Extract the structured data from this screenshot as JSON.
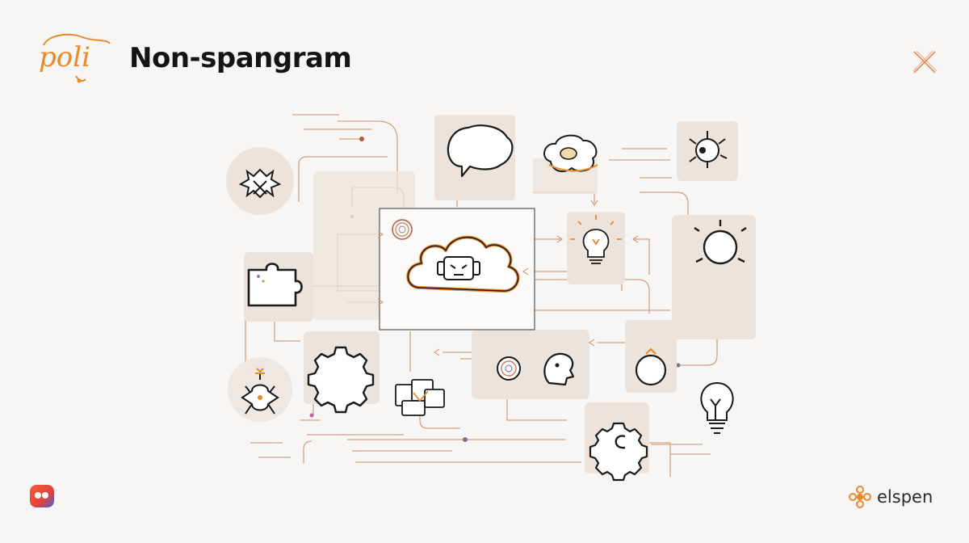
{
  "header": {
    "logo_text": "poli",
    "title": "Non-spangram"
  },
  "footer": {
    "brand_name": "elspen"
  },
  "colors": {
    "background": "#f7f6f4",
    "accent_orange": "#e8892c",
    "line_copper": "#d4a283",
    "tile_beige": "#ece4dc",
    "icon_stroke": "#1a1a1a"
  },
  "diagram": {
    "nodes": [
      {
        "id": "central-cloud",
        "icon": "cloud-with-robot-face-icon"
      },
      {
        "id": "speech-bubble",
        "icon": "speech-bubble-icon"
      },
      {
        "id": "brain-idea",
        "icon": "cloud-brain-icon"
      },
      {
        "id": "head-gear",
        "icon": "head-gear-icon"
      },
      {
        "id": "spiky-mind",
        "icon": "spiky-brain-icon"
      },
      {
        "id": "puzzle",
        "icon": "puzzle-piece-icon"
      },
      {
        "id": "bulb-top",
        "icon": "lightbulb-icon"
      },
      {
        "id": "sun-idea",
        "icon": "sun-circle-icon"
      },
      {
        "id": "gear-left",
        "icon": "gear-icon"
      },
      {
        "id": "molecule",
        "icon": "molecule-icon"
      },
      {
        "id": "cube-cluster",
        "icon": "cube-cluster-icon"
      },
      {
        "id": "target-head",
        "icon": "target-head-icon"
      },
      {
        "id": "ring",
        "icon": "ring-icon"
      },
      {
        "id": "gear-c",
        "icon": "gear-c-icon"
      },
      {
        "id": "bulb-bottom",
        "icon": "lightbulb-outline-icon"
      }
    ]
  }
}
